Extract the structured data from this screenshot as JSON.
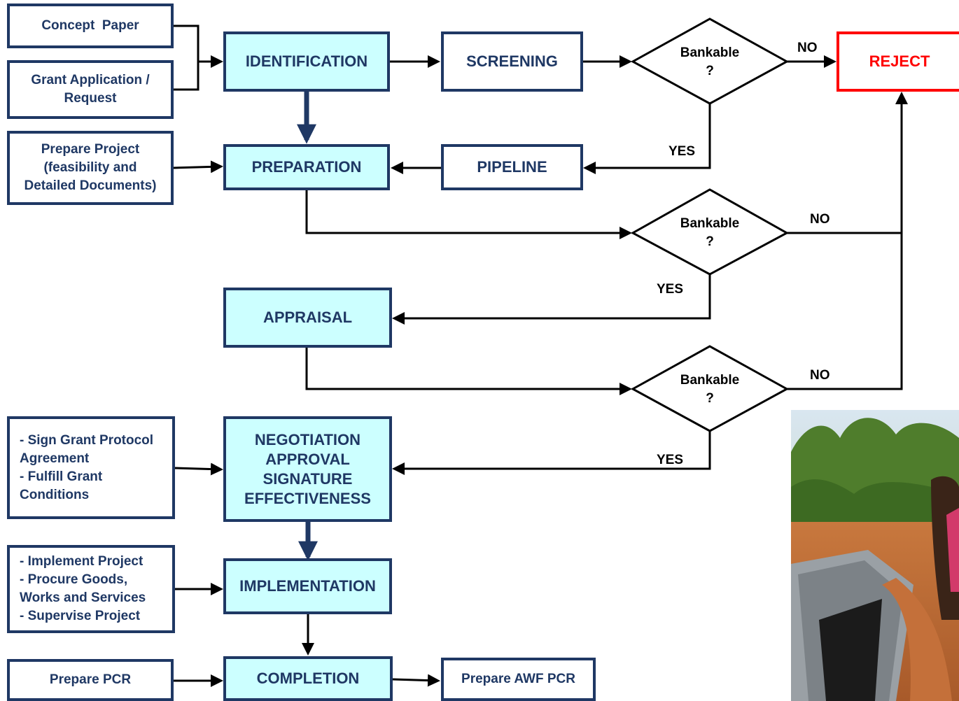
{
  "inputs": {
    "concept_paper": "Concept  Paper",
    "grant_application": [
      "Grant Application /",
      "Request"
    ],
    "prepare_project": [
      "Prepare Project",
      "(feasibility and",
      "Detailed Documents)"
    ],
    "grant_protocol": [
      "- Sign Grant Protocol",
      "Agreement",
      "- Fulfill Grant",
      "Conditions"
    ],
    "implement_project": [
      "- Implement Project",
      "- Procure Goods,",
      "Works and Services",
      "- Supervise Project"
    ],
    "prepare_pcr": "Prepare PCR"
  },
  "stages": {
    "identification": "IDENTIFICATION",
    "preparation": "PREPARATION",
    "appraisal": "APPRAISAL",
    "negotiation": [
      "NEGOTIATION",
      "APPROVAL",
      "SIGNATURE",
      "EFFECTIVENESS"
    ],
    "implementation": "IMPLEMENTATION",
    "completion": "COMPLETION"
  },
  "middle": {
    "screening": "SCREENING",
    "pipeline": "PIPELINE",
    "prepare_awf_pcr": "Prepare AWF PCR"
  },
  "reject": "REJECT",
  "decisions": [
    {
      "question": [
        "Bankable",
        "?"
      ],
      "no": "NO",
      "yes": "YES"
    },
    {
      "question": [
        "Bankable",
        "?"
      ],
      "no": "NO",
      "yes": "YES"
    },
    {
      "question": [
        "Bankable",
        "?"
      ],
      "no": "NO",
      "yes": "YES"
    }
  ],
  "colors": {
    "stage_fill": "#ccffff",
    "border": "#1f3864",
    "reject": "#ff0000",
    "connector": "#000000",
    "thick_arrow": "#1f3864"
  }
}
